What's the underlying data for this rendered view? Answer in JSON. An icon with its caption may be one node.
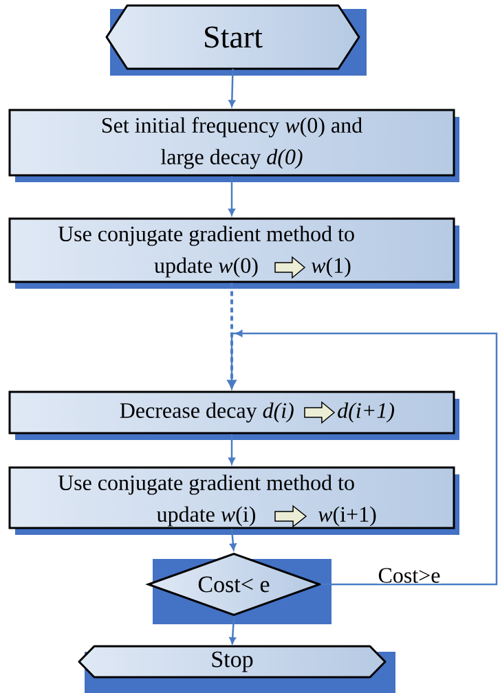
{
  "diagram": {
    "nodes": [
      {
        "text": [
          "Start"
        ]
      },
      {
        "text": [
          "Set initial frequency *w*(0) and large decay *d(0)*"
        ]
      },
      {
        "text": [
          "Use conjugate gradient method to update *w*(0)",
          "*w*(1)"
        ]
      },
      {
        "text": [
          "Decrease decay *d(i)*",
          "*d(i+1)*"
        ]
      },
      {
        "text": [
          "Use conjugate gradient method to update *w*(i)",
          "*w*(i+1)"
        ]
      },
      {
        "text": [
          "Cost< e"
        ]
      },
      {
        "text": [
          "Stop"
        ]
      }
    ],
    "edges": [
      {
        "from": 0,
        "to": 1,
        "arrow": "to"
      },
      {
        "from": 1,
        "to": 2,
        "arrow": "to"
      },
      {
        "from": 2,
        "to": 3,
        "arrow": "to",
        "style": "dashed"
      },
      {
        "from": 3,
        "to": 4,
        "arrow": "to"
      },
      {
        "from": 4,
        "to": 5,
        "arrow": "to"
      },
      {
        "from": 5,
        "to": 6,
        "arrow": "to"
      },
      {
        "from": 5,
        "to": 3,
        "arrow": "to",
        "label": "Cost>e"
      }
    ]
  }
}
